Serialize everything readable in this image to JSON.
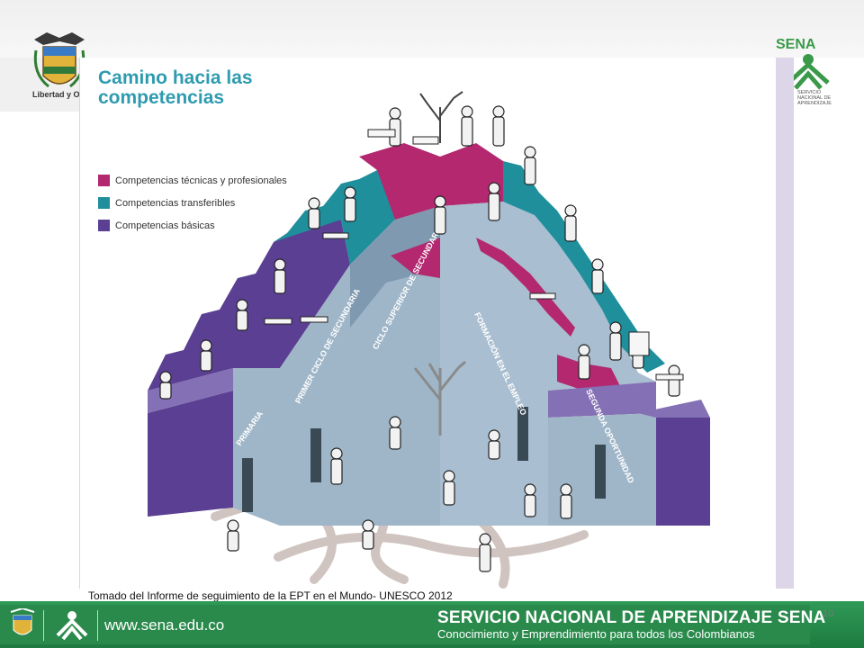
{
  "header": {
    "crest_caption": "Libertad y Orden",
    "sena_logo_text": "SENA",
    "sena_logo_sub": "SERVICIO NACIONAL DE APRENDIZAJE"
  },
  "figure": {
    "title": "Camino hacia las competencias",
    "legend": [
      {
        "label": "Competencias técnicas y profesionales",
        "color": "#b3286f"
      },
      {
        "label": "Competencias transferibles",
        "color": "#1f8f9c"
      },
      {
        "label": "Competencias básicas",
        "color": "#5b3f93"
      }
    ],
    "stage_labels": {
      "primaria": "PRIMARIA",
      "primer_ciclo": "PRIMER CICLO DE SECUNDARIA",
      "ciclo_superior": "CICLO SUPERIOR DE SECUNDARIA",
      "formacion": "FORMACIÓN EN EL EMPLEO",
      "segunda": "SEGUNDA OPORTUNIDAD"
    }
  },
  "caption": "Tomado del Informe de seguimiento de la EPT en el Mundo- UNESCO 2012",
  "page_number": "10",
  "footer": {
    "url": "www.sena.edu.co",
    "title": "SERVICIO NACIONAL DE APRENDIZAJE SENA",
    "subtitle": "Conocimiento y Emprendimiento para todos los Colombianos"
  },
  "colors": {
    "magenta": "#b3286f",
    "teal": "#1f8f9c",
    "purple": "#5b3f93",
    "blue_grey": "#9fb6c8",
    "green_footer": "#2a8a4c",
    "title_teal": "#2f9bb0"
  }
}
